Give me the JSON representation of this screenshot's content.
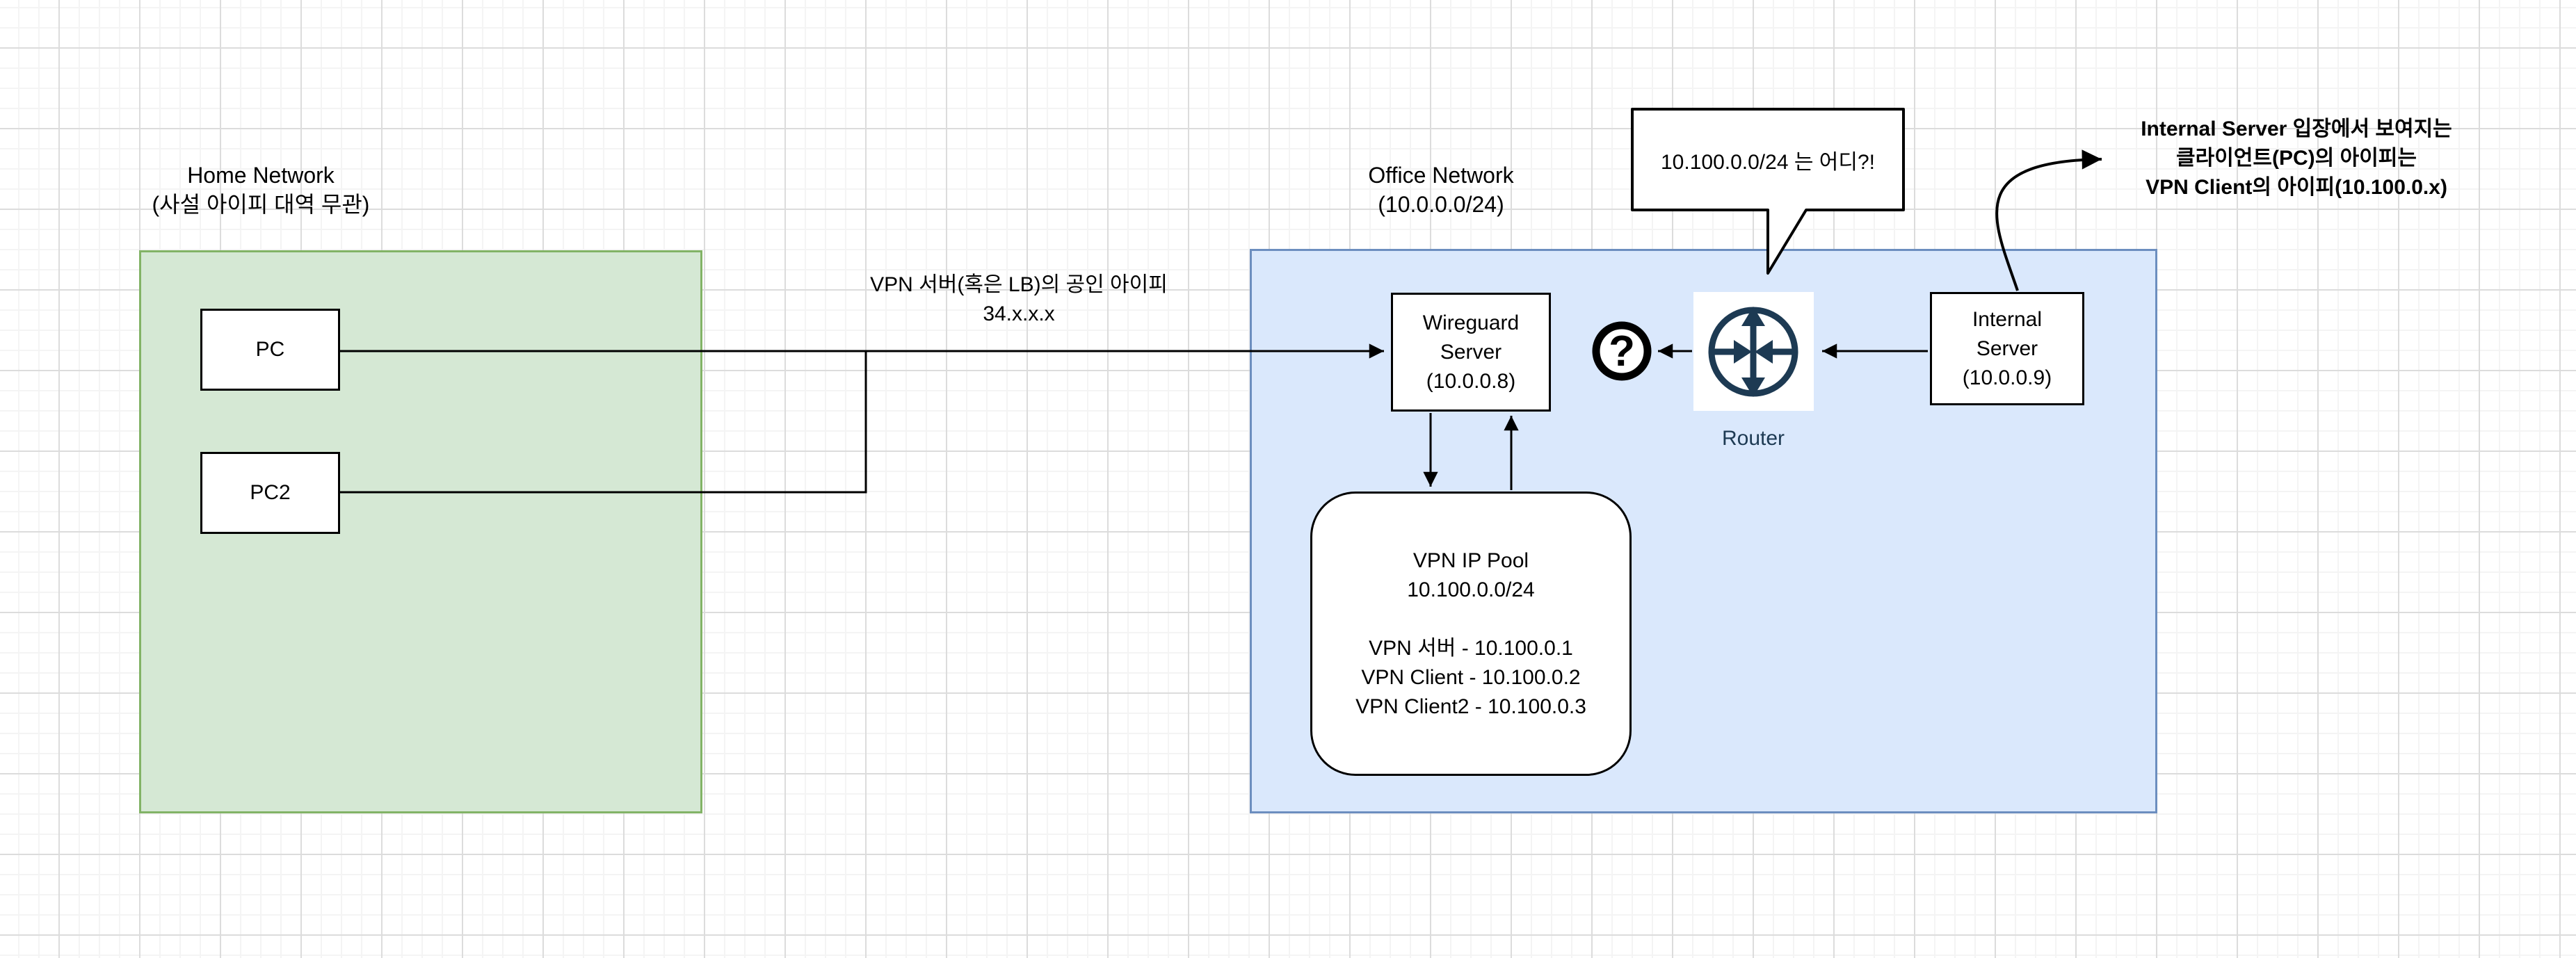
{
  "regions": {
    "home": {
      "title": "Home Network",
      "subtitle": "(사설 아이피 대역 무관)",
      "fill": "#d5e8d4",
      "border": "#82b366"
    },
    "office": {
      "title": "Office Network",
      "subtitle": "(10.0.0.0/24)",
      "fill": "#dae8fc",
      "border": "#6c8ebf"
    }
  },
  "nodes": {
    "pc": {
      "label": "PC"
    },
    "pc2": {
      "label": "PC2"
    },
    "wireguard": {
      "line1": "Wireguard",
      "line2": "Server",
      "line3": "(10.0.0.8)"
    },
    "internal": {
      "line1": "Internal",
      "line2": "Server",
      "line3": "(10.0.0.9)"
    },
    "router": {
      "label": "Router",
      "icon": "router-icon",
      "icon_color": "#1d3a53"
    },
    "question": {
      "glyph": "?",
      "icon": "question-mark-icon"
    },
    "pool": {
      "line1": "VPN IP Pool",
      "line2": "10.100.0.0/24",
      "line3": "",
      "line4": "VPN 서버 - 10.100.0.1",
      "line5": "VPN Client - 10.100.0.2",
      "line6": "VPN Client2 - 10.100.0.3"
    }
  },
  "labels": {
    "public_ip": {
      "line1": "VPN 서버(혹은 LB)의 공인 아이피",
      "line2": "34.x.x.x"
    },
    "callout": "10.100.0.0/24 는 어디?!",
    "note": {
      "line1": "Internal Server 입장에서 보여지는",
      "line2": "클라이언트(PC)의 아이피는",
      "line3": "VPN Client의 아이피(10.100.0.x)"
    }
  },
  "colors": {
    "connector": "#000000",
    "node_border": "#000000",
    "node_fill": "#ffffff",
    "router_icon": "#1d3a53",
    "grid_minor": "#f4f4f4",
    "grid_major": "#dcdcdc"
  }
}
